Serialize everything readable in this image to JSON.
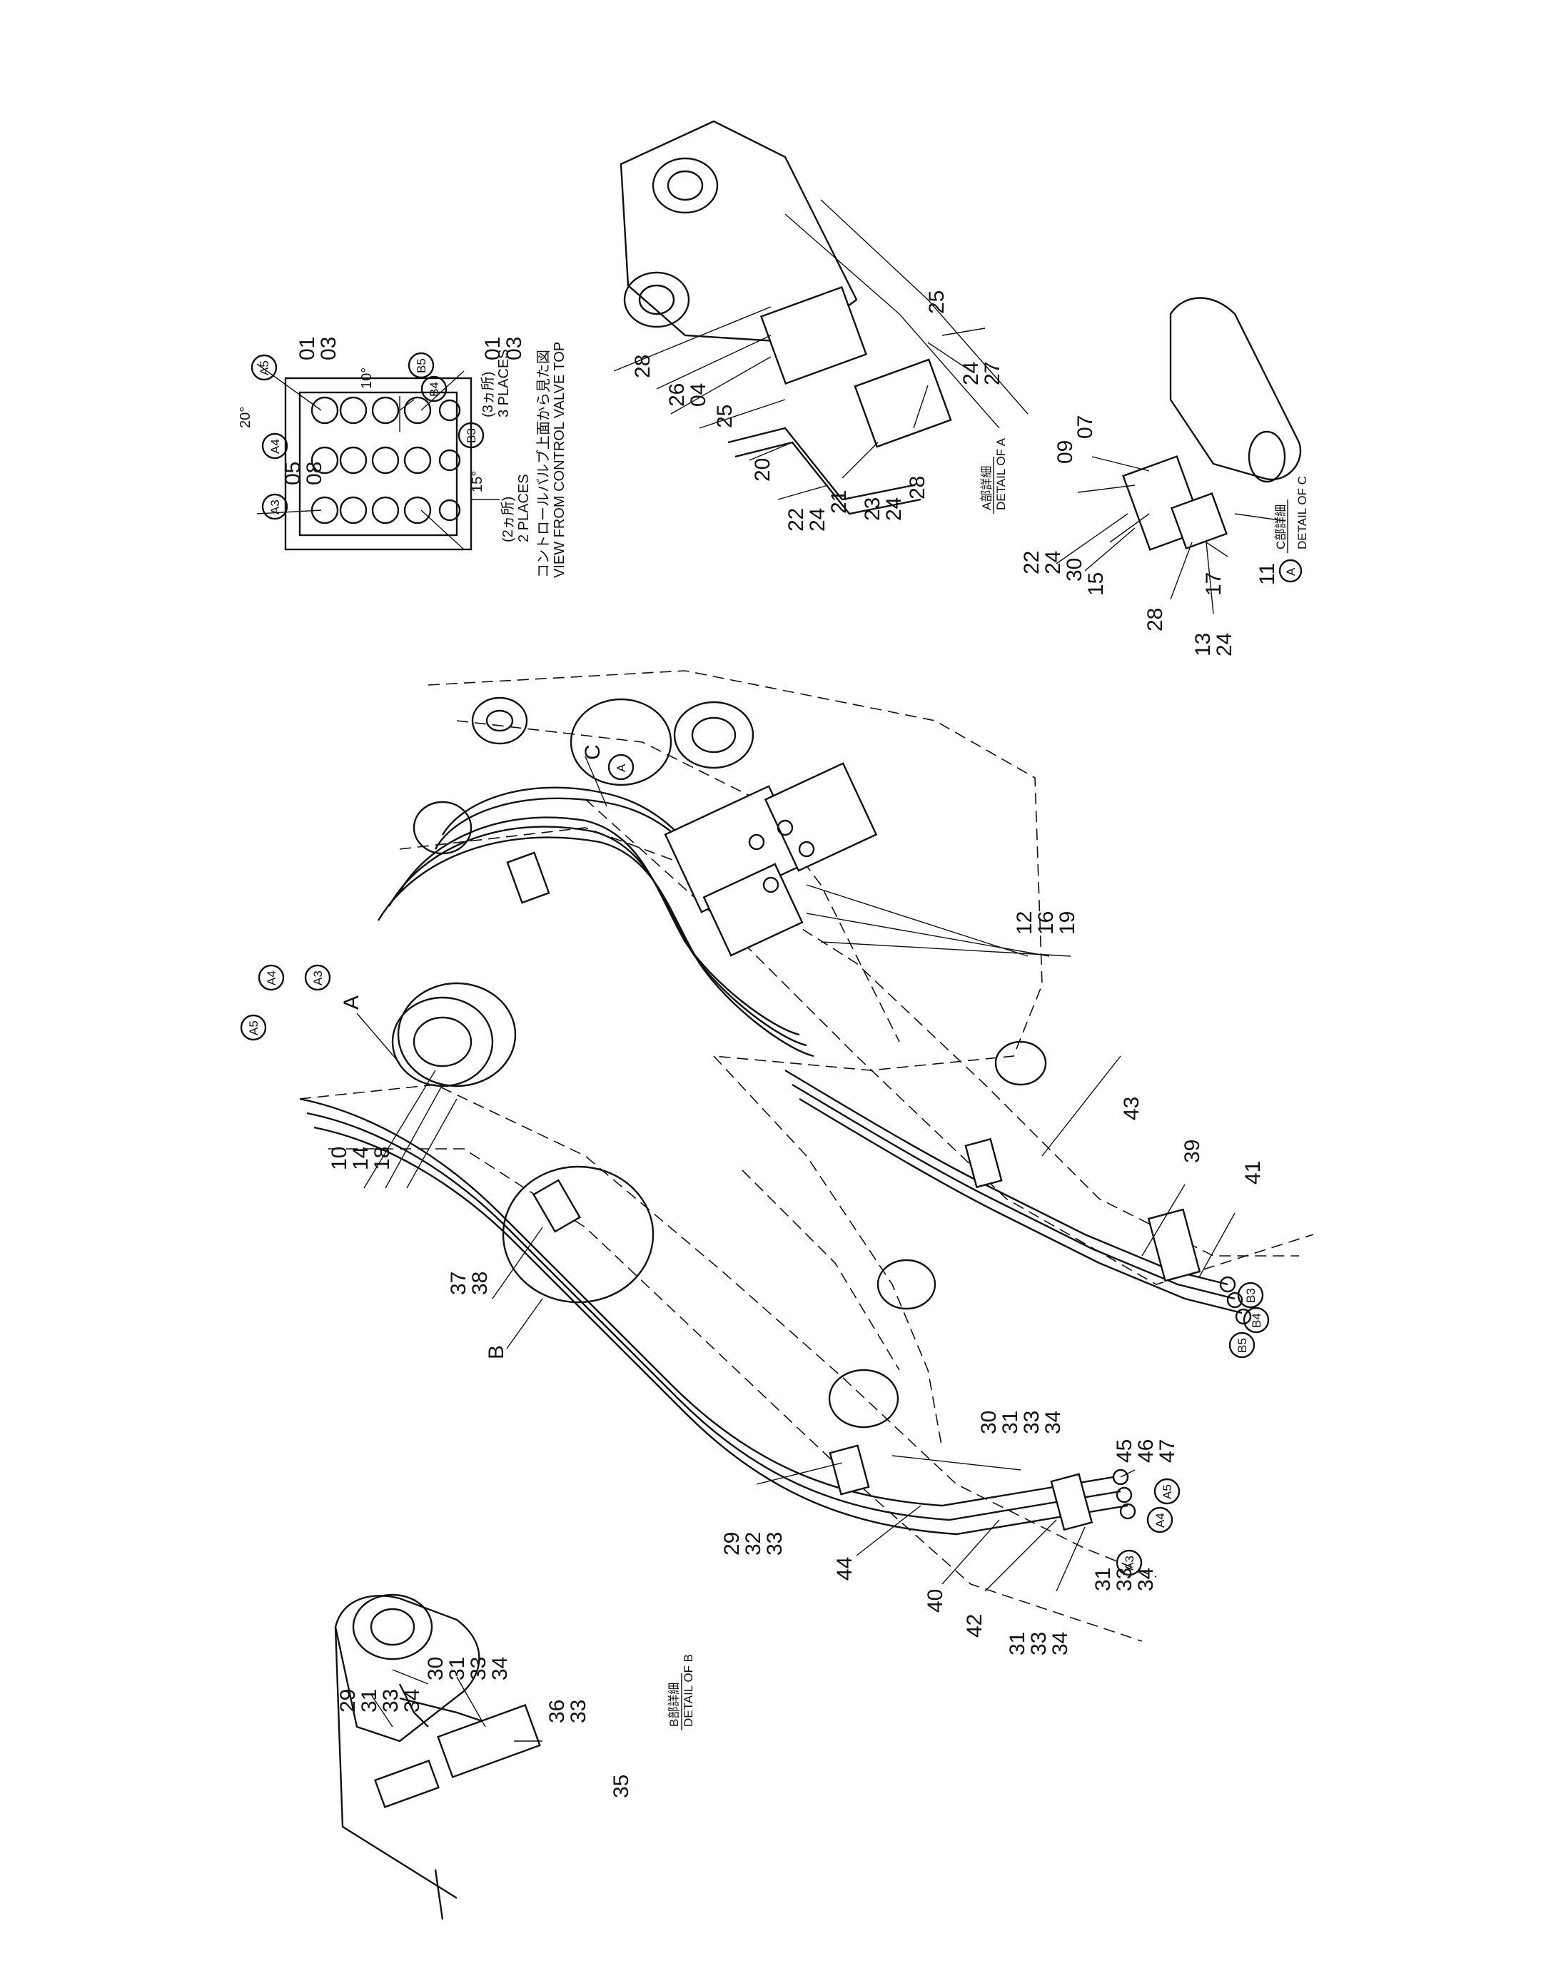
{
  "drawing": {
    "main_callouts": [
      "10",
      "14",
      "18",
      "37",
      "38",
      "12",
      "16",
      "19",
      "43",
      "39",
      "41",
      "29",
      "32",
      "33",
      "44",
      "40",
      "42",
      "30",
      "31",
      "33",
      "34",
      "45",
      "46",
      "47",
      "31",
      "33",
      "34",
      "31",
      "33",
      "34",
      "A",
      "B",
      "C"
    ],
    "main_circled": [
      "A5",
      "A4",
      "A3",
      "A",
      "B3",
      "B4",
      "B5",
      "A5",
      "A4",
      "A3"
    ],
    "valve_view": {
      "callouts": [
        "05",
        "08",
        "01",
        "03",
        "01",
        "03"
      ],
      "circled": [
        "A3",
        "A4",
        "A5",
        "B3",
        "B4",
        "B5"
      ],
      "angles": [
        "20°",
        "10°",
        "15°"
      ],
      "note_jp_1": "(3ヵ所)",
      "note_en_1": "3 PLACES",
      "note_jp_2": "(2ヵ所)",
      "note_en_2": "2 PLACES",
      "jp_caption": "コントロールバルブ上面から見た図",
      "en_caption": "VIEW FROM CONTROL VALVE TOP"
    },
    "detail_a": {
      "callouts": [
        "28",
        "26",
        "04",
        "25",
        "20",
        "22",
        "24",
        "21",
        "23",
        "24",
        "28",
        "24",
        "27",
        "25"
      ],
      "jp_title": "A部詳細",
      "en_title": "DETAIL OF A"
    },
    "detail_c": {
      "callouts": [
        "22",
        "24",
        "30",
        "15",
        "09",
        "07",
        "28",
        "17",
        "13",
        "24",
        "11"
      ],
      "circled": [
        "A"
      ],
      "jp_title": "C部詳細",
      "en_title": "DETAIL OF C"
    },
    "detail_b": {
      "callouts": [
        "29",
        "31",
        "33",
        "34",
        "30",
        "31",
        "33",
        "34",
        "36",
        "33",
        "35"
      ],
      "jp_title": "B部詳細",
      "en_title": "DETAIL OF B"
    }
  }
}
